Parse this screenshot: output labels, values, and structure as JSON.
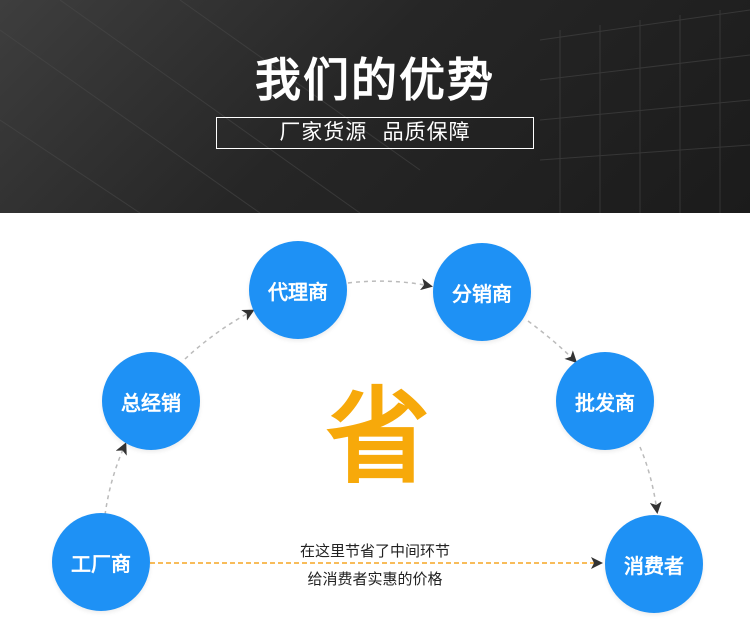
{
  "banner": {
    "title": "我们的优势",
    "subtitle": "厂家货源  品质保障"
  },
  "flow": {
    "nodes": {
      "factory": "工厂商",
      "distributor": "总经销",
      "agent": "代理商",
      "sub_dealer": "分销商",
      "wholesaler": "批发商",
      "consumer": "消费者"
    },
    "center_char": "省",
    "note_line1": "在这里节省了中间环节",
    "note_line2": "给消费者实惠的价格"
  },
  "colors": {
    "node_fill": "#1e91f5",
    "center_char": "#f7a90a",
    "direct_line": "#f5a623",
    "arc": "#bbbbbb",
    "banner_bg": "#262626"
  }
}
